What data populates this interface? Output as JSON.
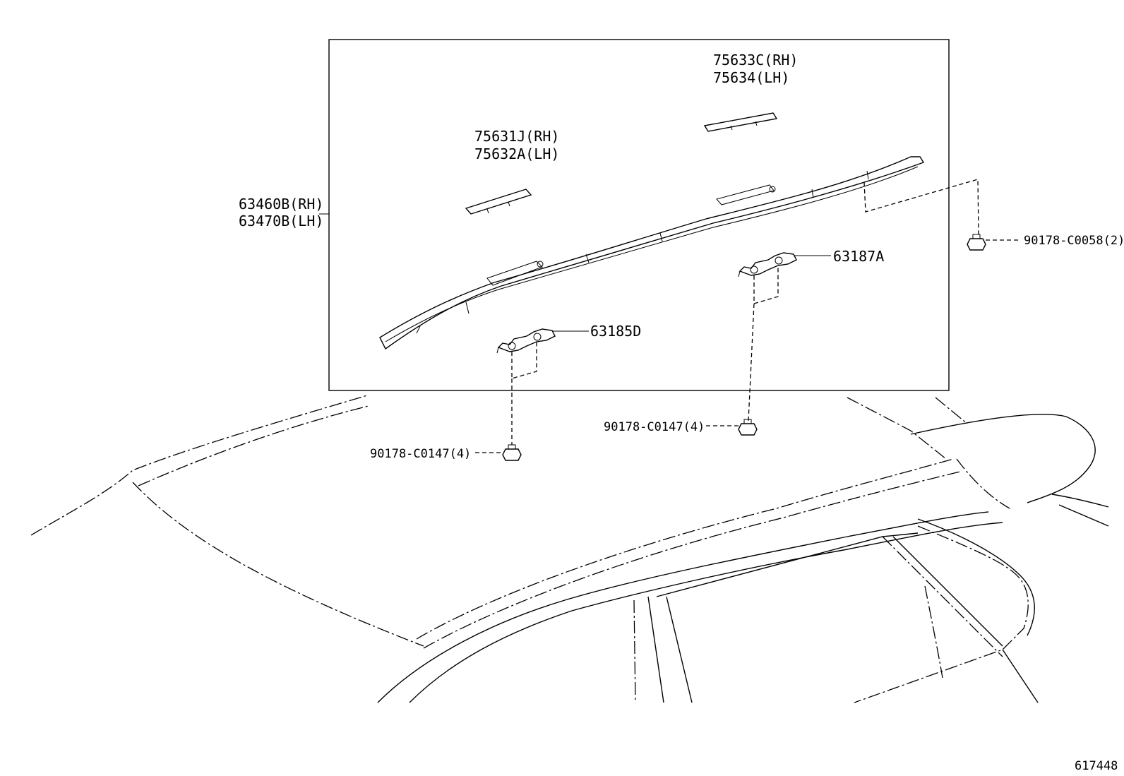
{
  "callouts": {
    "roof_rack_rh": "63460B(RH)",
    "roof_rack_lh": "63470B(LH)",
    "cover_front_rh": "75631J(RH)",
    "cover_front_lh": "75632A(LH)",
    "cover_rear_rh": "75633C(RH)",
    "cover_rear_lh": "75634(LH)",
    "bracket_front": "63185D",
    "bracket_rear": "63187A",
    "nut_front": "90178-C0147(4)",
    "nut_rear": "90178-C0147(4)",
    "nut_end": "90178-C0058(2)"
  },
  "figure_number": "617448"
}
